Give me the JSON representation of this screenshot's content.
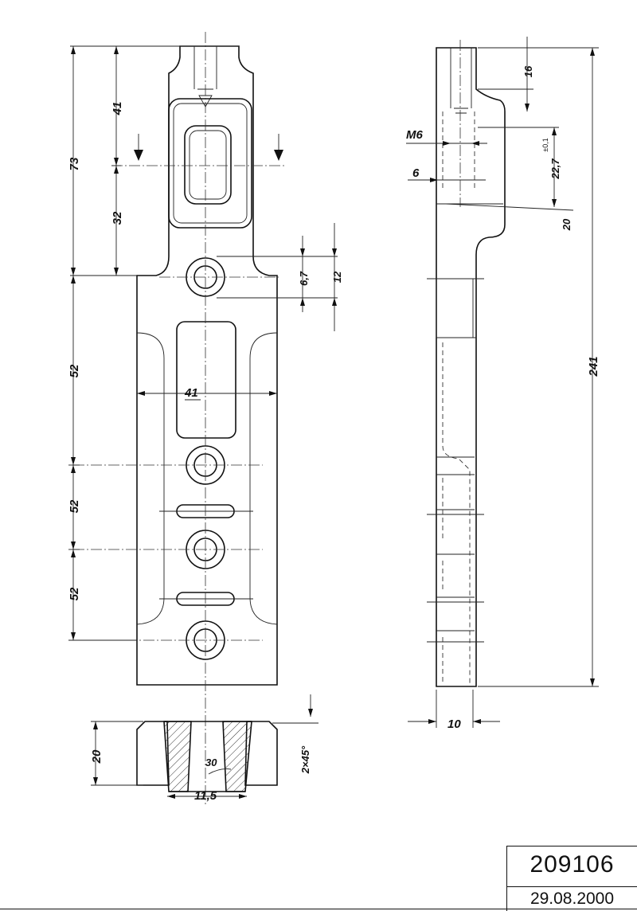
{
  "drawing": {
    "dimensions": {
      "front_top_total": "73",
      "front_upper_41": "41",
      "front_32": "32",
      "front_52_a": "52",
      "front_52_b": "52",
      "front_52_c": "52",
      "front_width_41": "41",
      "hole_6_7": "6,7",
      "hole_12": "12",
      "side_total": "241",
      "side_16": "16",
      "side_m6": "M6",
      "side_6": "6",
      "side_22_7": "22,7",
      "side_22_7_tol": "±0,1",
      "side_20": "20",
      "side_thickness_10": "10",
      "section_height_20": "20",
      "section_angle_30": "30",
      "section_width_11_5": "11,5",
      "section_chamfer": "2×45°"
    }
  },
  "title_block": {
    "number": "209106",
    "date": "29.08.2000"
  }
}
